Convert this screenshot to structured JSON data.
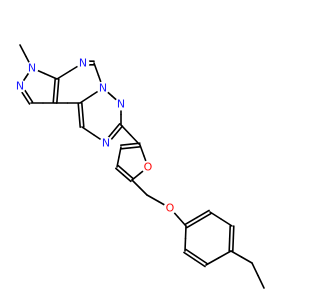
{
  "molecule": {
    "atom_labels": {
      "methyl_n": "N",
      "pyrazole_n": "N",
      "pyrimidine_n": "N",
      "bridge_n": "N",
      "triazole_n_top": "N",
      "triazole_n_bottom": "N",
      "furan_o": "O",
      "ether_o": "O"
    },
    "colors": {
      "carbon": "#000000",
      "nitrogen": "#1a1aff",
      "oxygen": "#ff0d0d",
      "background": "#ffffff"
    }
  }
}
